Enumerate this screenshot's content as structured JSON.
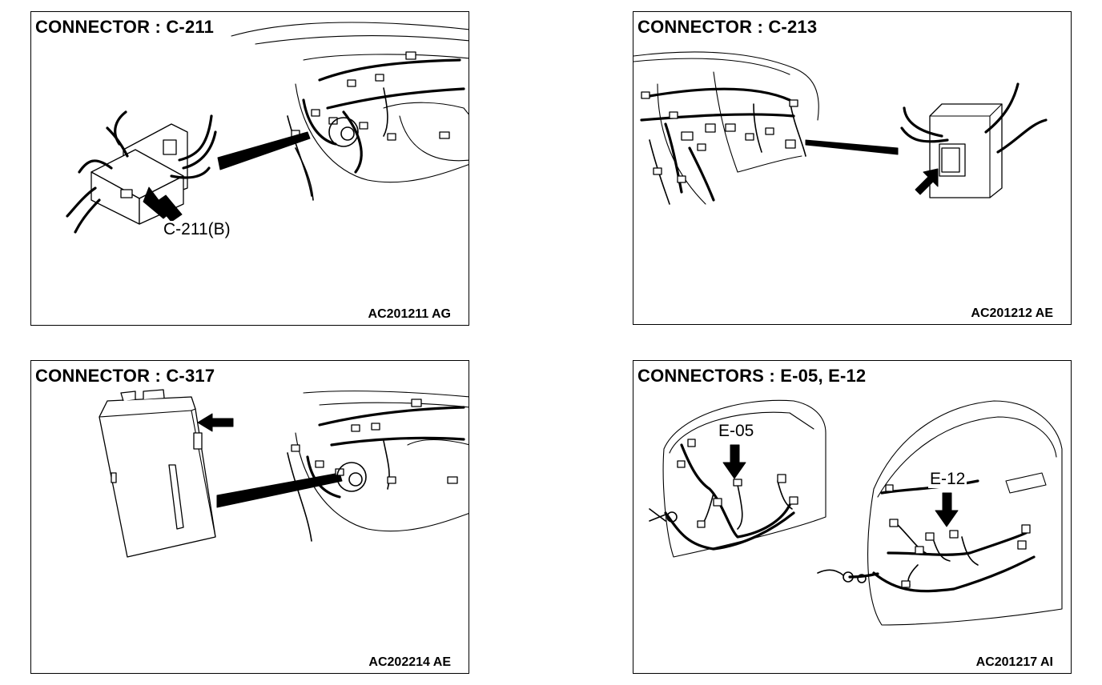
{
  "panels": [
    {
      "title": "CONNECTOR : C-211",
      "code": "AC201211 AG",
      "callouts": [
        "C-211(B)"
      ]
    },
    {
      "title": "CONNECTOR : C-213",
      "code": "AC201212 AE",
      "callouts": []
    },
    {
      "title": "CONNECTOR : C-317",
      "code": "AC202214 AE",
      "callouts": []
    },
    {
      "title": "CONNECTORS : E-05, E-12",
      "code": "AC201217 AI",
      "callouts": [
        "E-05",
        "E-12"
      ]
    }
  ]
}
